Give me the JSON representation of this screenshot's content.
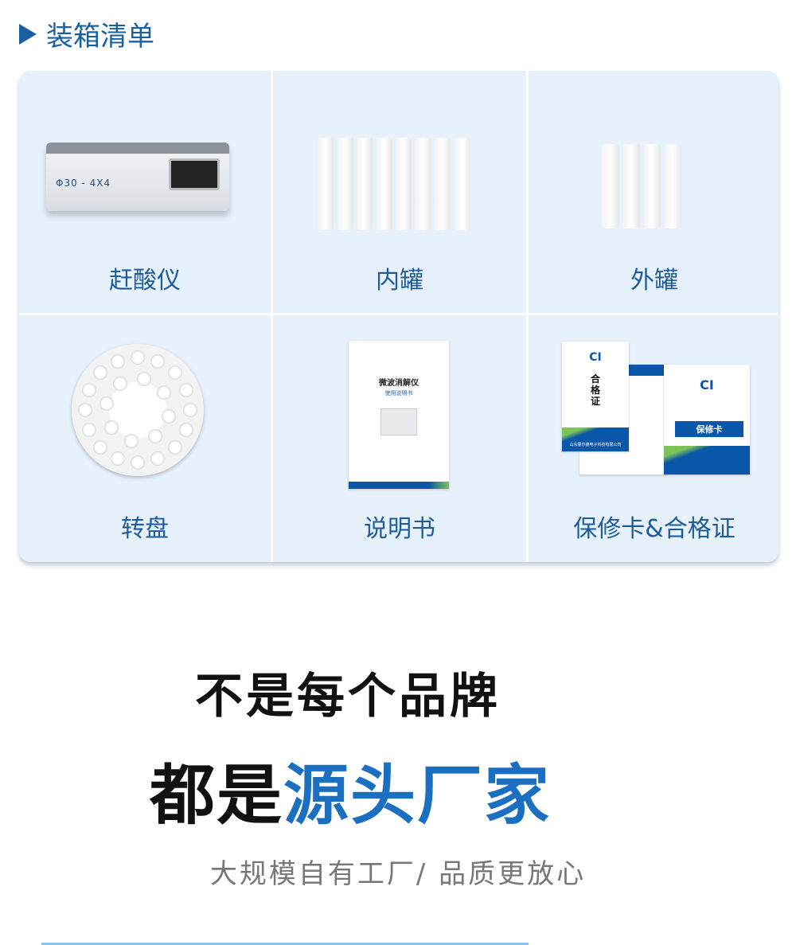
{
  "section": {
    "title": "装箱清单",
    "icon": "triangle-right-icon",
    "accent": "#1a5fa0"
  },
  "items": [
    {
      "label": "赶酸仪",
      "product_tag": "Φ30 - 4X4"
    },
    {
      "label": "内罐"
    },
    {
      "label": "外罐"
    },
    {
      "label": "转盘"
    },
    {
      "label": "说明书",
      "manual_title": "微波消解仪",
      "manual_subtitle": "使用说明书"
    },
    {
      "label": "保修卡&合格证",
      "cert_title": "合格证",
      "warranty_title": "保修卡",
      "company": "山东霍尔德电子科技有限公司"
    }
  ],
  "slogan": {
    "line1": "不是每个品牌",
    "line2_black": "都是",
    "line2_blue": "源头厂家",
    "tagline": "大规模自有工厂/ 品质更放心"
  }
}
